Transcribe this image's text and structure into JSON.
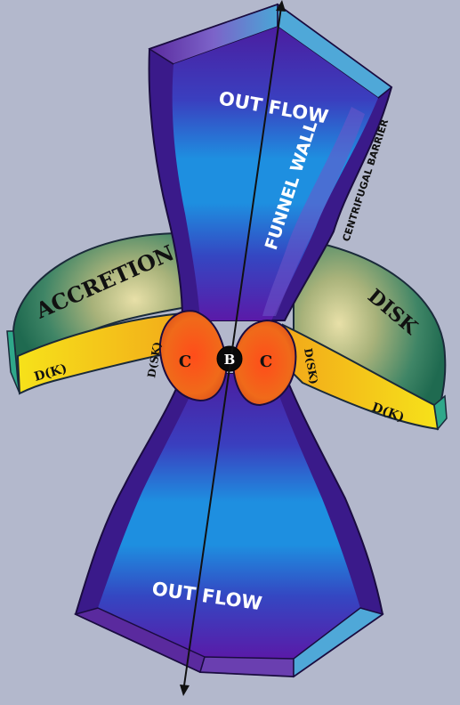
{
  "diagram": {
    "labels": {
      "outflow_top": "OUT FLOW",
      "outflow_bottom": "OUT FLOW",
      "funnel_wall": "FUNNEL WALL",
      "centrifugal_barrier": "CENTRIFUGAL BARRIER",
      "accretion": "ACCRETION",
      "disk": "DISK",
      "dk_left": "D(K)",
      "dk_right": "D(K)",
      "dsk_left": "D(SK)",
      "dsk_right": "D(SK)",
      "c_left": "C",
      "c_right": "C",
      "b_center": "B"
    },
    "colors": {
      "background": "#b3b8cc",
      "funnel_core": "#1e8fe0",
      "funnel_wall": "#3a1a8a",
      "funnel_rim": "#4fa8d8",
      "disk_green": "#2f7f62",
      "disk_yellow": "#f2d21a",
      "corona_orange": "#f0611a",
      "black_hole": "#0a0a0a"
    }
  }
}
